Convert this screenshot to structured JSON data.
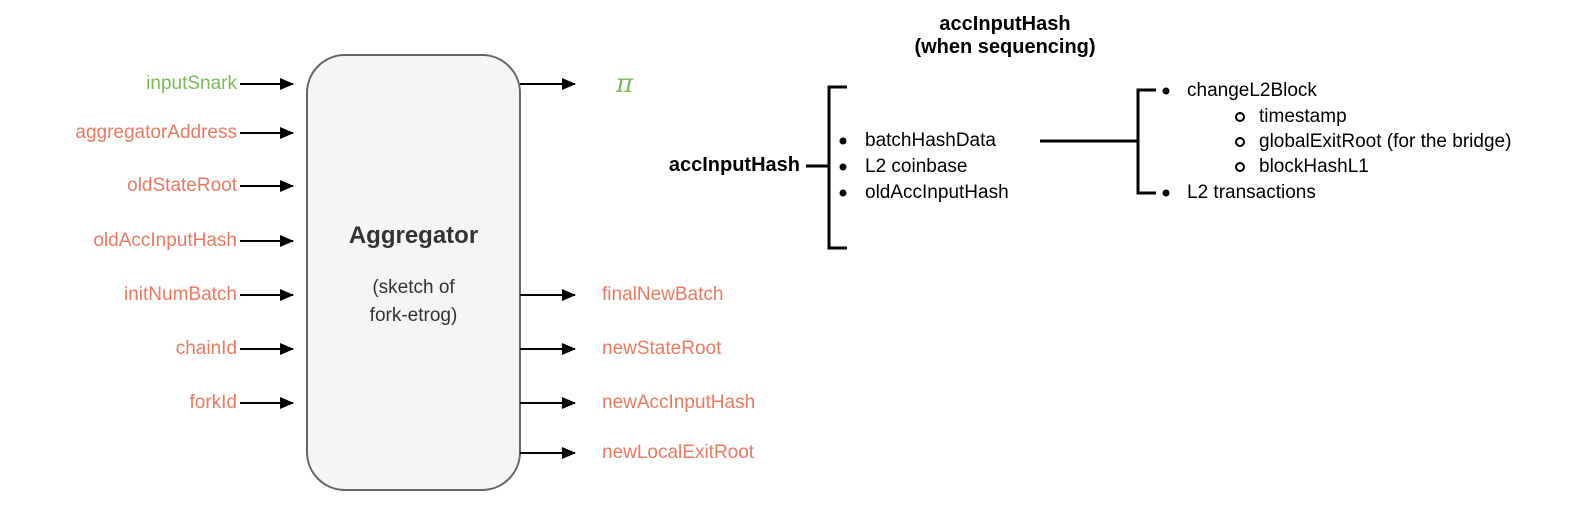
{
  "colors": {
    "label_red": "#e87a64",
    "label_green": "#7eb958",
    "box_fill": "#f5f5f5",
    "box_border": "#666666",
    "box_text": "#333333",
    "tree_text": "#000000"
  },
  "aggregator_box": {
    "title": "Aggregator",
    "subtitle": "(sketch of\nfork-etrog)"
  },
  "inputs": [
    "inputSnark",
    "aggregatorAddress",
    "oldStateRoot",
    "oldAccInputHash",
    "initNumBatch",
    "chainId",
    "forkId"
  ],
  "outputs": [
    "π",
    "finalNewBatch",
    "newStateRoot",
    "newAccInputHash",
    "newLocalExitRoot"
  ],
  "tree": {
    "heading": "accInputHash\n(when sequencing)",
    "root_label": "accInputHash",
    "components": [
      "batchHashData",
      "L2 coinbase",
      "oldAccInputHash"
    ],
    "right_items": [
      {
        "label": "changeL2Block",
        "children": [
          "timestamp",
          "globalExitRoot (for the bridge)",
          "blockHashL1"
        ]
      },
      {
        "label": "L2 transactions",
        "children": []
      }
    ]
  }
}
